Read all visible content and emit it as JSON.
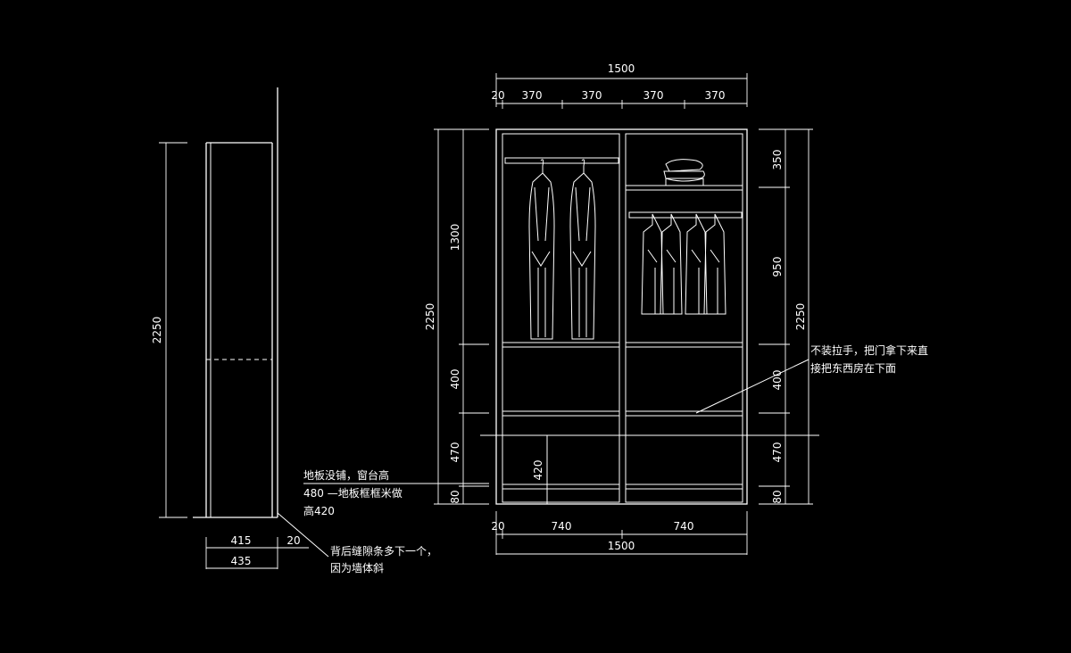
{
  "colors": {
    "background": "#000000",
    "line": "#ffffff"
  },
  "side_view": {
    "height_label": "2250",
    "depth_label": "415",
    "gap_label": "20",
    "total_depth_label": "435"
  },
  "front_view": {
    "top_total": "1500",
    "top_segments": [
      "20",
      "370",
      "370",
      "370",
      "370"
    ],
    "bottom_segments": [
      "20",
      "740",
      "740"
    ],
    "bottom_total": "1500",
    "left_total": "2250",
    "left_segments": [
      "1300",
      "400",
      "470",
      "80"
    ],
    "right_total": "2250",
    "right_segments": [
      "350",
      "950",
      "400",
      "470",
      "80"
    ],
    "inner_label": "420"
  },
  "notes": {
    "floor_line1": "地板没铺，窗台高",
    "floor_line2": "480 —地板框框米做",
    "floor_line3": "高420",
    "back_line1": "背后缝隙条多下一个，",
    "back_line2": "因为墙体斜",
    "handle_line1": "不装拉手，把门拿下来直",
    "handle_line2": "接把东西房在下面"
  }
}
